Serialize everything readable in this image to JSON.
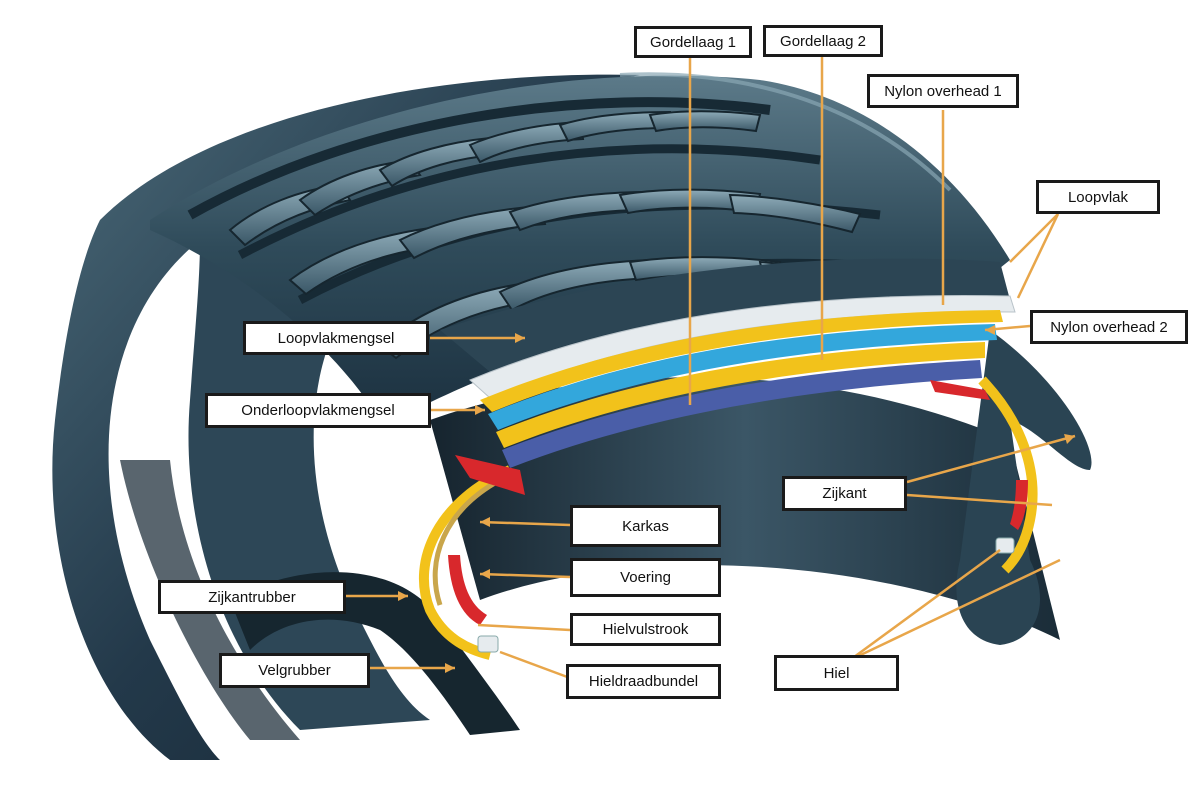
{
  "colors": {
    "rubber_dark": "#1f3644",
    "rubber_mid": "#3a5868",
    "rubber_light": "#6f8d9b",
    "leader": "#e8a64a",
    "steel_white": "#e6ebee",
    "yellow_layer": "#f2c21b",
    "blue_layer": "#33a7dc",
    "indigo_layer": "#4a5ea8",
    "red_strip": "#d8282c",
    "label_border": "#1a1a1a"
  },
  "labels": {
    "gordellaag_1": "Gordellaag 1",
    "gordellaag_2": "Gordellaag 2",
    "nylon_overhead_1": "Nylon overhead 1",
    "loopvlak": "Loopvlak",
    "nylon_overhead_2": "Nylon overhead 2",
    "loopvlakmengsel": "Loopvlakmengsel",
    "onderloopvlakmengsel": "Onderloopvlakmengsel",
    "zijkant": "Zijkant",
    "karkas": "Karkas",
    "voering": "Voering",
    "hielvulstrook": "Hielvulstrook",
    "hieldraadbundel": "Hieldraadbundel",
    "zijkantrubber": "Zijkantrubber",
    "velgrubber": "Velgrubber",
    "hiel": "Hiel"
  }
}
